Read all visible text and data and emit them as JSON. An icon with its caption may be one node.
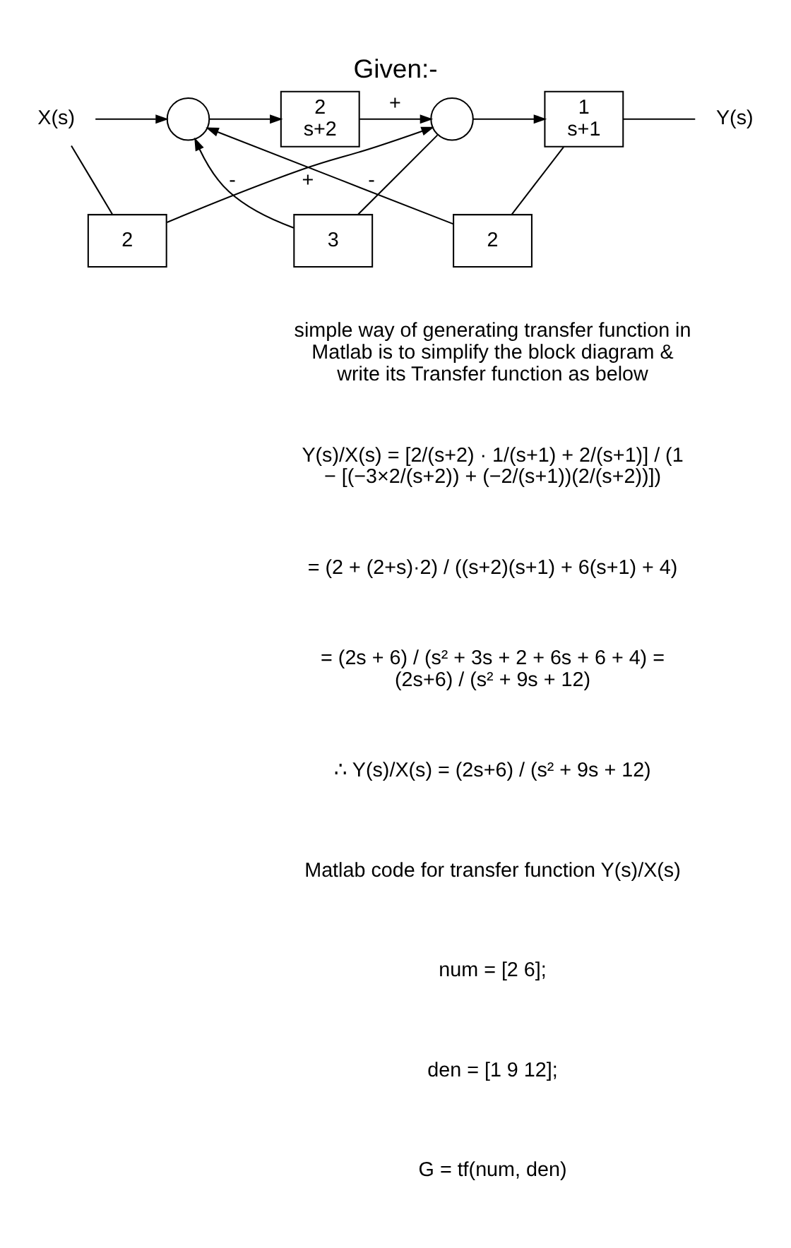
{
  "diagram": {
    "title": "Given:-",
    "nodes": [
      {
        "text": [
          "X(s)"
        ]
      },
      {
        "text": [],
        "shape": "circle"
      },
      {
        "text": [
          "2",
          "s+2"
        ]
      },
      {
        "text": [],
        "shape": "circle"
      },
      {
        "text": [
          "1",
          "s+1"
        ]
      },
      {
        "text": [
          "Y(s)"
        ]
      },
      {
        "text": [
          "2"
        ]
      },
      {
        "text": [
          "3"
        ]
      },
      {
        "text": [
          "2"
        ]
      }
    ],
    "edges": [
      {
        "from": 0,
        "to": 1,
        "arrow": "to"
      },
      {
        "from": 1,
        "to": 2,
        "arrow": "to"
      },
      {
        "from": 2,
        "to": 3,
        "arrow": "to",
        "label": "+"
      },
      {
        "from": 3,
        "to": 4,
        "arrow": "to"
      },
      {
        "from": 4,
        "to": 5,
        "arrow": "none"
      },
      {
        "from": 0,
        "to": 6,
        "arrow": "none"
      },
      {
        "from": 6,
        "to": 3,
        "arrow": "to",
        "label": "+"
      },
      {
        "from": 3,
        "to": 7,
        "arrow": "none"
      },
      {
        "from": 7,
        "to": 1,
        "arrow": "to",
        "label": "-"
      },
      {
        "from": 4,
        "to": 8,
        "arrow": "none"
      },
      {
        "from": 8,
        "to": 1,
        "arrow": "to",
        "label": "-"
      }
    ],
    "labels": [
      "simple way of generating transfer function in Matlab is to simplify the block diagram & write its Transfer function as below",
      "Y(s)/X(s) = [2/(s+2) · 1/(s+1) + 2/(s+1)] / (1 − [(−3×2/(s+2)) + (−2/(s+1))(2/(s+2))])",
      "= (2 + (2+s)·2) / ((s+2)(s+1) + 6(s+1) + 4)",
      "= (2s + 6) / (s² + 3s + 2 + 6s + 6 + 4) = (2s+6) / (s² + 9s + 12)",
      "∴ Y(s)/X(s) = (2s+6) / (s² + 9s + 12)",
      "Matlab code for transfer function Y(s)/X(s)",
      "num = [2 6];",
      "den = [1 9 12];",
      "G = tf(num, den)"
    ]
  }
}
